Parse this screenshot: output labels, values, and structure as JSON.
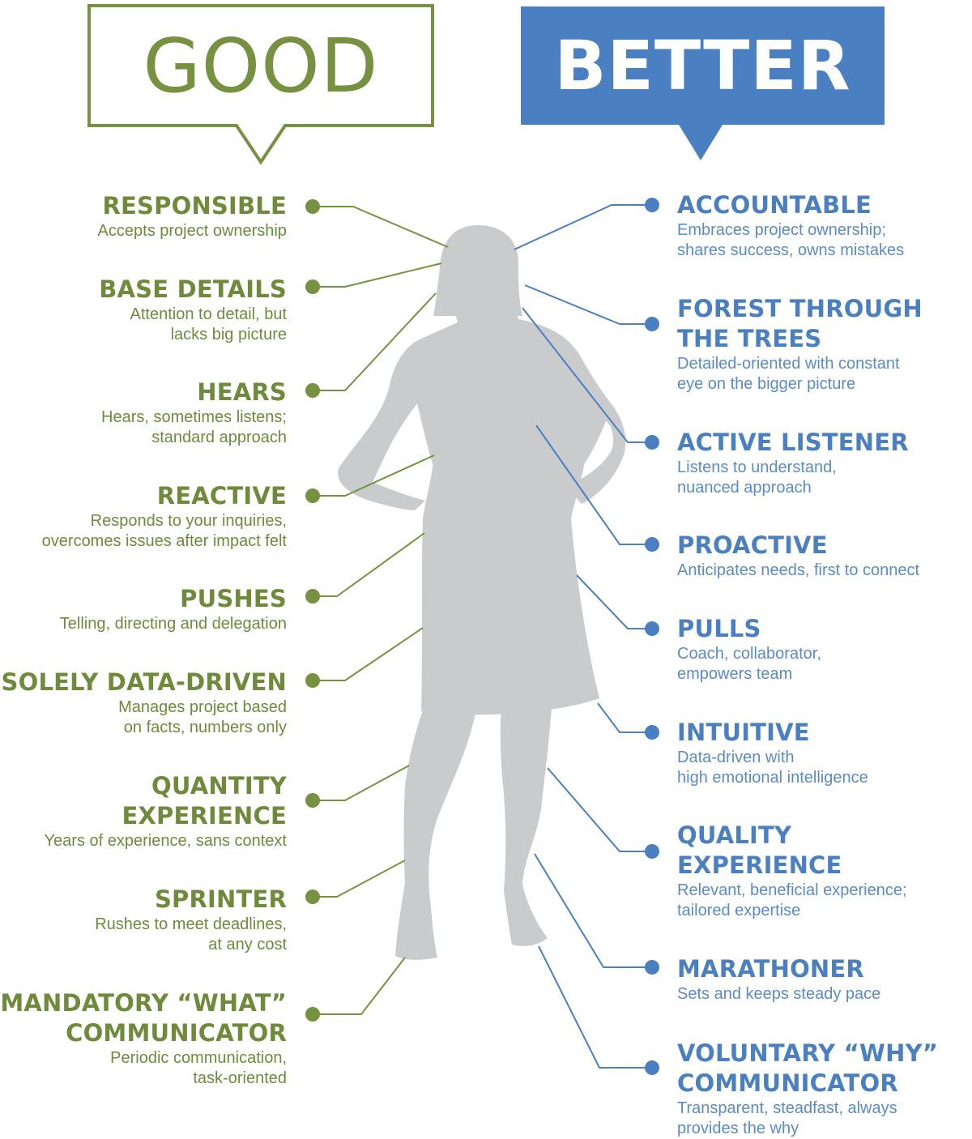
{
  "headers": {
    "good": "GOOD",
    "better": "BETTER"
  },
  "colors": {
    "good": "#76913f",
    "better": "#4a7fc1",
    "silhouette": "#cacbcd"
  },
  "good_items": [
    {
      "title": [
        "RESPONSIBLE"
      ],
      "desc": [
        "Accepts project ownership"
      ]
    },
    {
      "title": [
        "BASE DETAILS"
      ],
      "desc": [
        "Attention to detail, but",
        "lacks big picture"
      ]
    },
    {
      "title": [
        "HEARS"
      ],
      "desc": [
        "Hears, sometimes listens;",
        "standard approach"
      ]
    },
    {
      "title": [
        "REACTIVE"
      ],
      "desc": [
        "Responds to your inquiries,",
        "overcomes issues after impact felt"
      ]
    },
    {
      "title": [
        "PUSHES"
      ],
      "desc": [
        "Telling, directing and delegation"
      ]
    },
    {
      "title": [
        "SOLELY DATA-DRIVEN"
      ],
      "desc": [
        "Manages project based",
        "on facts, numbers only"
      ]
    },
    {
      "title": [
        "QUANTITY",
        "EXPERIENCE"
      ],
      "desc": [
        "Years of experience, sans context"
      ]
    },
    {
      "title": [
        "SPRINTER"
      ],
      "desc": [
        "Rushes to meet deadlines,",
        "at any cost"
      ]
    },
    {
      "title": [
        "MANDATORY “WHAT”",
        "COMMUNICATOR"
      ],
      "desc": [
        "Periodic communication,",
        "task-oriented"
      ]
    }
  ],
  "better_items": [
    {
      "title": [
        "ACCOUNTABLE"
      ],
      "desc": [
        "Embraces project ownership;",
        "shares success, owns mistakes"
      ]
    },
    {
      "title": [
        "FOREST THROUGH",
        "THE TREES"
      ],
      "desc": [
        "Detailed-oriented with constant",
        "eye on the bigger picture"
      ]
    },
    {
      "title": [
        "ACTIVE LISTENER"
      ],
      "desc": [
        "Listens to understand,",
        "nuanced approach"
      ]
    },
    {
      "title": [
        "PROACTIVE"
      ],
      "desc": [
        "Anticipates needs, first to connect"
      ]
    },
    {
      "title": [
        "PULLS"
      ],
      "desc": [
        "Coach, collaborator,",
        "empowers team"
      ]
    },
    {
      "title": [
        "INTUITIVE"
      ],
      "desc": [
        "Data-driven with",
        "high emotional intelligence"
      ]
    },
    {
      "title": [
        "QUALITY",
        "EXPERIENCE"
      ],
      "desc": [
        "Relevant, beneficial experience;",
        "tailored expertise"
      ]
    },
    {
      "title": [
        "MARATHONER"
      ],
      "desc": [
        "Sets and keeps steady pace"
      ]
    },
    {
      "title": [
        "VOLUNTARY “WHY”",
        "COMMUNICATOR"
      ],
      "desc": [
        "Transparent, steadfast, always",
        "provides the why"
      ]
    }
  ]
}
